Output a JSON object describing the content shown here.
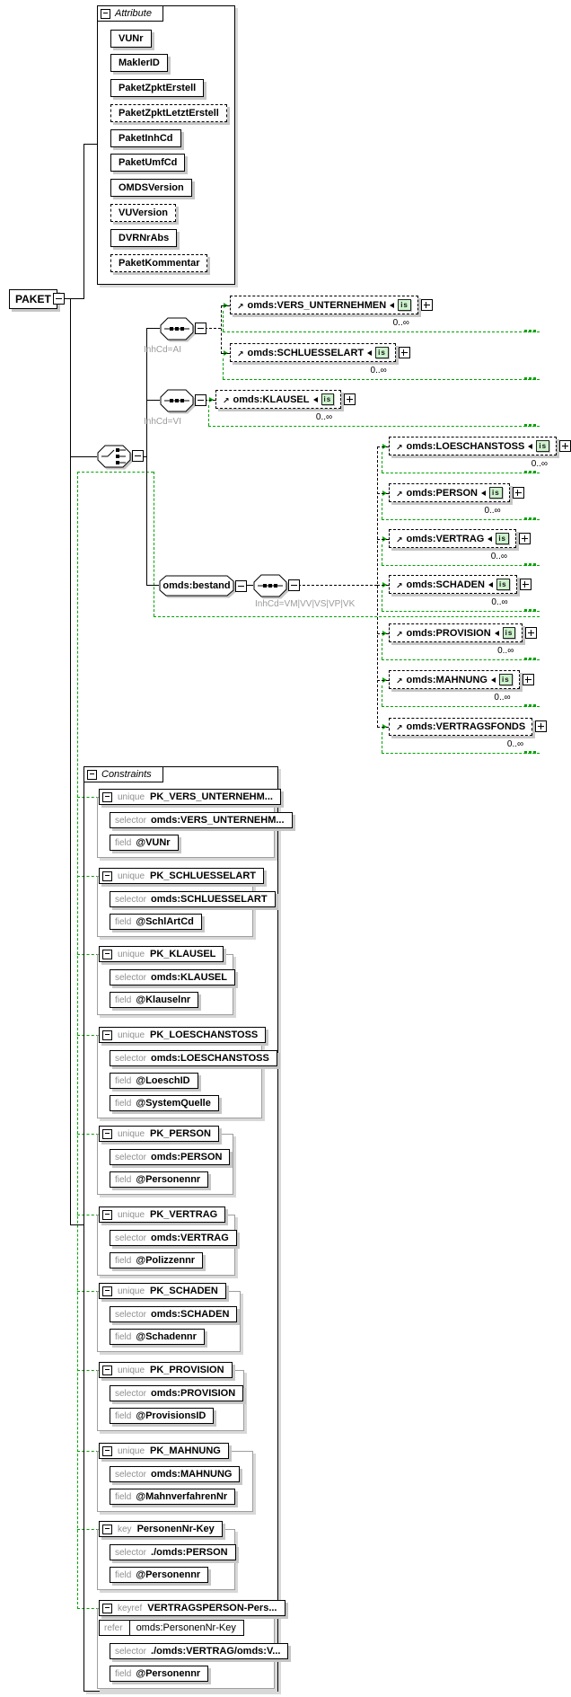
{
  "diagram": {
    "root_label": "PAKET",
    "attributes_panel": {
      "title": "Attribute",
      "items": [
        {
          "label": "VUNr",
          "optional": false
        },
        {
          "label": "MaklerID",
          "optional": false
        },
        {
          "label": "PaketZpktErstell",
          "optional": false
        },
        {
          "label": "PaketZpktLetztErstell",
          "optional": true
        },
        {
          "label": "PaketInhCd",
          "optional": false
        },
        {
          "label": "PaketUmfCd",
          "optional": false
        },
        {
          "label": "OMDSVersion",
          "optional": false
        },
        {
          "label": "VUVersion",
          "optional": true
        },
        {
          "label": "DVRNrAbs",
          "optional": false
        },
        {
          "label": "PaketKommentar",
          "optional": true
        }
      ]
    },
    "model": {
      "is_badge": "is",
      "seq_ai": {
        "condition": "InhCd=AI"
      },
      "seq_vi": {
        "condition": "InhCd=VI"
      },
      "group_ai": [
        {
          "label": "omds:VERS_UNTERNEHMEN",
          "occurs": "0..∞"
        },
        {
          "label": "omds:SCHLUESSELART",
          "occurs": "0..∞"
        }
      ],
      "group_vi": [
        {
          "label": "omds:KLAUSEL",
          "occurs": "0..∞"
        }
      ],
      "bestand": {
        "label": "omds:bestand",
        "condition": "InhCd=VM|VV|VS|VP|VK"
      },
      "bestand_children": [
        {
          "label": "omds:LOESCHANSTOSS",
          "occurs": "0..∞"
        },
        {
          "label": "omds:PERSON",
          "occurs": "0..∞"
        },
        {
          "label": "omds:VERTRAG",
          "occurs": "0..∞"
        },
        {
          "label": "omds:SCHADEN",
          "occurs": "0..∞"
        },
        {
          "label": "omds:PROVISION",
          "occurs": "0..∞"
        },
        {
          "label": "omds:MAHNUNG",
          "occurs": "0..∞"
        },
        {
          "label": "omds:VERTRAGSFONDS",
          "occurs": "0..∞"
        }
      ]
    },
    "constraints_panel": {
      "title": "Constraints",
      "selector_label": "selector",
      "field_label": "field",
      "refer_label": "refer",
      "items": [
        {
          "kind": "unique",
          "name": "PK_VERS_UNTERNEHM...",
          "selector": "omds:VERS_UNTERNEHM...",
          "fields": [
            "@VUNr"
          ]
        },
        {
          "kind": "unique",
          "name": "PK_SCHLUESSELART",
          "selector": "omds:SCHLUESSELART",
          "fields": [
            "@SchlArtCd"
          ]
        },
        {
          "kind": "unique",
          "name": "PK_KLAUSEL",
          "selector": "omds:KLAUSEL",
          "fields": [
            "@Klauselnr"
          ]
        },
        {
          "kind": "unique",
          "name": "PK_LOESCHANSTOSS",
          "selector": "omds:LOESCHANSTOSS",
          "fields": [
            "@LoeschID",
            "@SystemQuelle"
          ]
        },
        {
          "kind": "unique",
          "name": "PK_PERSON",
          "selector": "omds:PERSON",
          "fields": [
            "@Personennr"
          ]
        },
        {
          "kind": "unique",
          "name": "PK_VERTRAG",
          "selector": "omds:VERTRAG",
          "fields": [
            "@Polizzennr"
          ]
        },
        {
          "kind": "unique",
          "name": "PK_SCHADEN",
          "selector": "omds:SCHADEN",
          "fields": [
            "@Schadennr"
          ]
        },
        {
          "kind": "unique",
          "name": "PK_PROVISION",
          "selector": "omds:PROVISION",
          "fields": [
            "@ProvisionsID"
          ]
        },
        {
          "kind": "unique",
          "name": "PK_MAHNUNG",
          "selector": "omds:MAHNUNG",
          "fields": [
            "@MahnverfahrenNr"
          ]
        },
        {
          "kind": "key",
          "name": "PersonenNr-Key",
          "selector": "./omds:PERSON",
          "fields": [
            "@Personennr"
          ]
        },
        {
          "kind": "keyref",
          "name": "VERTRAGSPERSON-Pers...",
          "refer": "omds:PersonenNr-Key",
          "selector": "./omds:VERTRAG/omds:V...",
          "fields": [
            "@Personennr"
          ]
        }
      ]
    },
    "colors": {
      "connector_green": "#00a400",
      "shadow_gray": "#c6c6c6",
      "badge_green": "#cdf2cd"
    }
  }
}
